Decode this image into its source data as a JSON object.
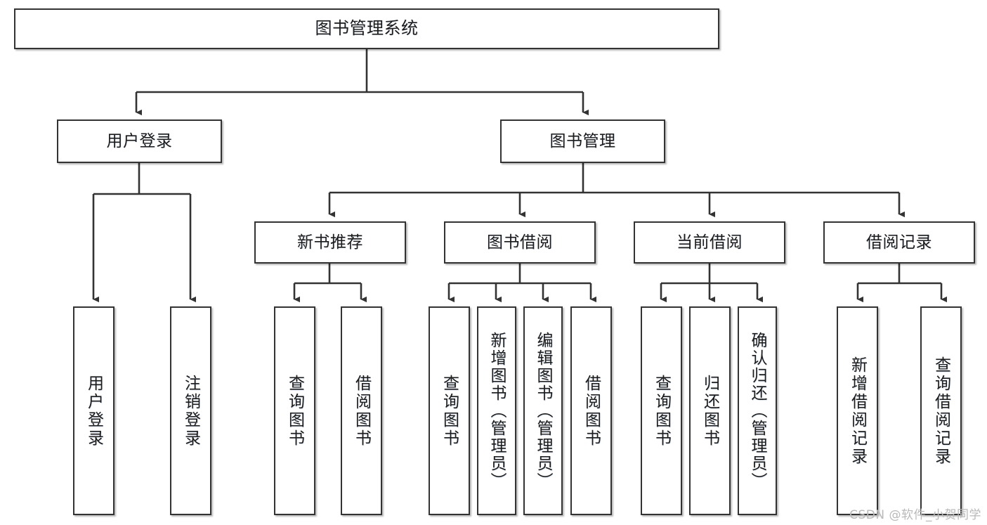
{
  "diagram": {
    "title": "图书管理系统",
    "type": "tree-hierarchy-chart",
    "colors": {
      "box_border": "#333333",
      "box_fill": "#ffffff",
      "connector": "#333333",
      "text": "#1c1c1c",
      "watermark": "#b9b9b9",
      "background": "#ffffff"
    },
    "root": {
      "label": "图书管理系统"
    },
    "level2": [
      {
        "label": "用户登录"
      },
      {
        "label": "图书管理"
      }
    ],
    "level3": [
      {
        "label": "新书推荐"
      },
      {
        "label": "图书借阅"
      },
      {
        "label": "当前借阅"
      },
      {
        "label": "借阅记录"
      }
    ],
    "leaves": [
      {
        "label": "用户登录",
        "parent": "用户登录"
      },
      {
        "label": "注销登录",
        "parent": "用户登录"
      },
      {
        "label": "查询图书",
        "parent": "新书推荐"
      },
      {
        "label": "借阅图书",
        "parent": "新书推荐"
      },
      {
        "label": "查询图书",
        "parent": "图书借阅"
      },
      {
        "label": "新增图书（管理员）",
        "parent": "图书借阅"
      },
      {
        "label": "编辑图书（管理员）",
        "parent": "图书借阅"
      },
      {
        "label": "借阅图书",
        "parent": "图书借阅"
      },
      {
        "label": "查询图书",
        "parent": "当前借阅"
      },
      {
        "label": "归还图书",
        "parent": "当前借阅"
      },
      {
        "label": "确认归还（管理员）",
        "parent": "当前借阅"
      },
      {
        "label": "新增借阅记录",
        "parent": "借阅记录"
      },
      {
        "label": "查询借阅记录",
        "parent": "借阅记录"
      }
    ]
  },
  "watermark": {
    "text": "CSDN @软件_小贺同学"
  }
}
